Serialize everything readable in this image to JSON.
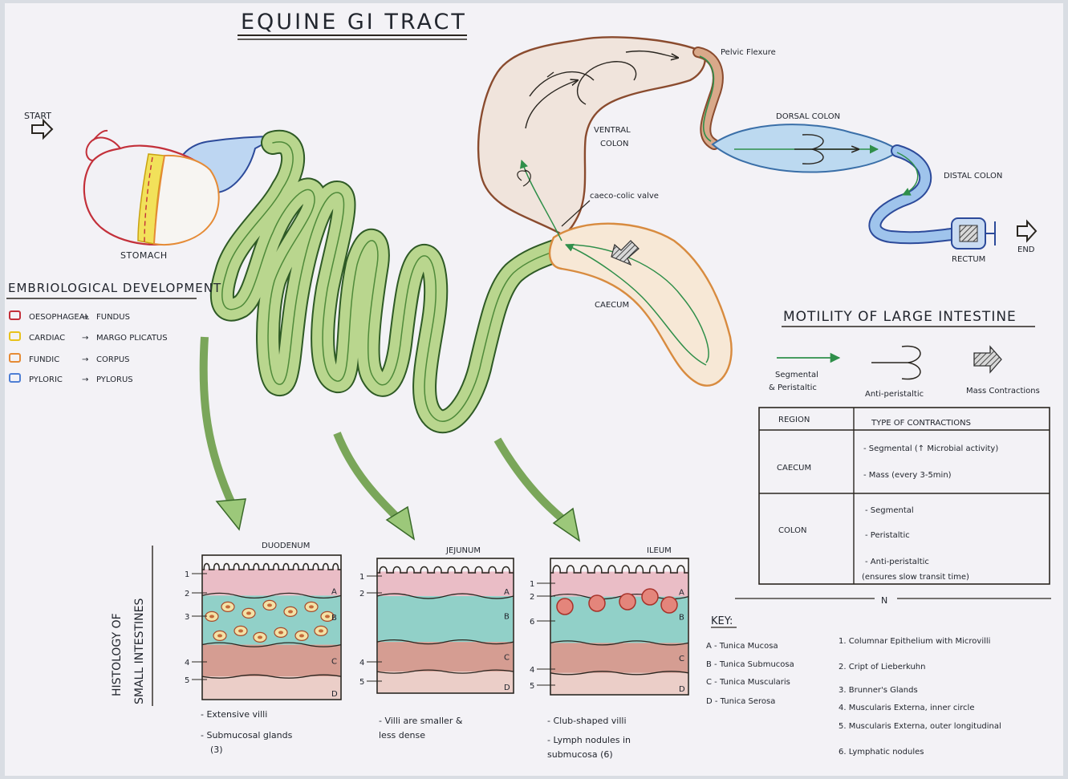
{
  "title": "EQUINE GI TRACT",
  "flow": {
    "start": "START",
    "end": "END"
  },
  "organs": {
    "stomach": "STOMACH",
    "ventral_colon": [
      "VENTRAL",
      "COLON"
    ],
    "pelvic_flexure": "Pelvic Flexure",
    "dorsal_colon": "DORSAL COLON",
    "distal_colon": "DISTAL COLON",
    "caeco_colic_valve": "caeco-colic valve",
    "caecum": "CAECUM",
    "rectum": "RECTUM"
  },
  "embryology": {
    "title": "EMBRIOLOGICAL DEVELOPMENT",
    "items": [
      {
        "from": "OESOPHAGEAL",
        "to": "FUNDUS",
        "color": "#c3303a"
      },
      {
        "from": "CARDIAC",
        "to": "MARGO PLICATUS",
        "color": "#e8c21c"
      },
      {
        "from": "FUNDIC",
        "to": "CORPUS",
        "color": "#e58b36"
      },
      {
        "from": "PYLORIC",
        "to": "PYLORUS",
        "color": "#4f7fd4"
      }
    ]
  },
  "motility": {
    "title": "MOTILITY OF LARGE INTESTINE",
    "legend": [
      {
        "label": [
          "Segmental",
          "& Peristaltic"
        ],
        "icon": "green-arrow-icon"
      },
      {
        "label": [
          "Anti-peristaltic"
        ],
        "icon": "anti-peristaltic-icon"
      },
      {
        "label": [
          "Mass Contractions"
        ],
        "icon": "hatched-arrow-icon"
      }
    ],
    "table": {
      "headers": [
        "REGION",
        "TYPE OF CONTRACTIONS"
      ],
      "rows": [
        {
          "region": "CAECUM",
          "types": [
            "- Segmental (↑ Microbial activity)",
            "- Mass (every 3-5min)"
          ]
        },
        {
          "region": "COLON",
          "types": [
            "- Segmental",
            "- Peristaltic",
            "- Anti-peristaltic",
            "(ensures slow transit time)"
          ]
        }
      ]
    },
    "signature": "N"
  },
  "histology": {
    "side_title": [
      "HISTOLOGY OF",
      "SMALL INTESTINES"
    ],
    "panels": [
      {
        "name": "DUODENUM",
        "notes": [
          "- Extensive villi",
          "- Submucosal glands",
          "(3)"
        ],
        "numbers": [
          "1",
          "2",
          "3",
          "4",
          "5"
        ]
      },
      {
        "name": "JEJUNUM",
        "notes": [
          "- Villi are smaller &",
          "less dense"
        ],
        "numbers": [
          "1",
          "2",
          "4",
          "5"
        ]
      },
      {
        "name": "ILEUM",
        "notes": [
          "- Club-shaped villi",
          "- Lymph nodules in",
          "submucosa (6)"
        ],
        "numbers": [
          "1",
          "2",
          "6",
          "4",
          "5"
        ]
      }
    ],
    "layer_letters": [
      "A",
      "B",
      "C",
      "D"
    ]
  },
  "key": {
    "title": "KEY:",
    "layers": [
      "A - Tunica Mucosa",
      "B - Tunica Submucosa",
      "C - Tunica Muscularis",
      "D - Tunica Serosa"
    ],
    "numbers": [
      "1. Columnar Epithelium with Microvilli",
      "2. Cript of Lieberkuhn",
      "3. Brunner's Glands",
      "4. Muscularis Externa, inner circle",
      "5. Muscularis Externa, outer longitudinal",
      "6. Lymphatic nodules"
    ]
  },
  "colors": {
    "paper": "#f3f2f6",
    "mucosa": "#e8b3bd",
    "submucosa": "#7fc9bf",
    "muscularis": "#cf8d80",
    "small_intestine": "#b9d68e",
    "large_intestine_brown": "#a3633f",
    "dorsal_colon_blue": "#bcd9f0",
    "caecum_orange": "#e6b37a"
  }
}
